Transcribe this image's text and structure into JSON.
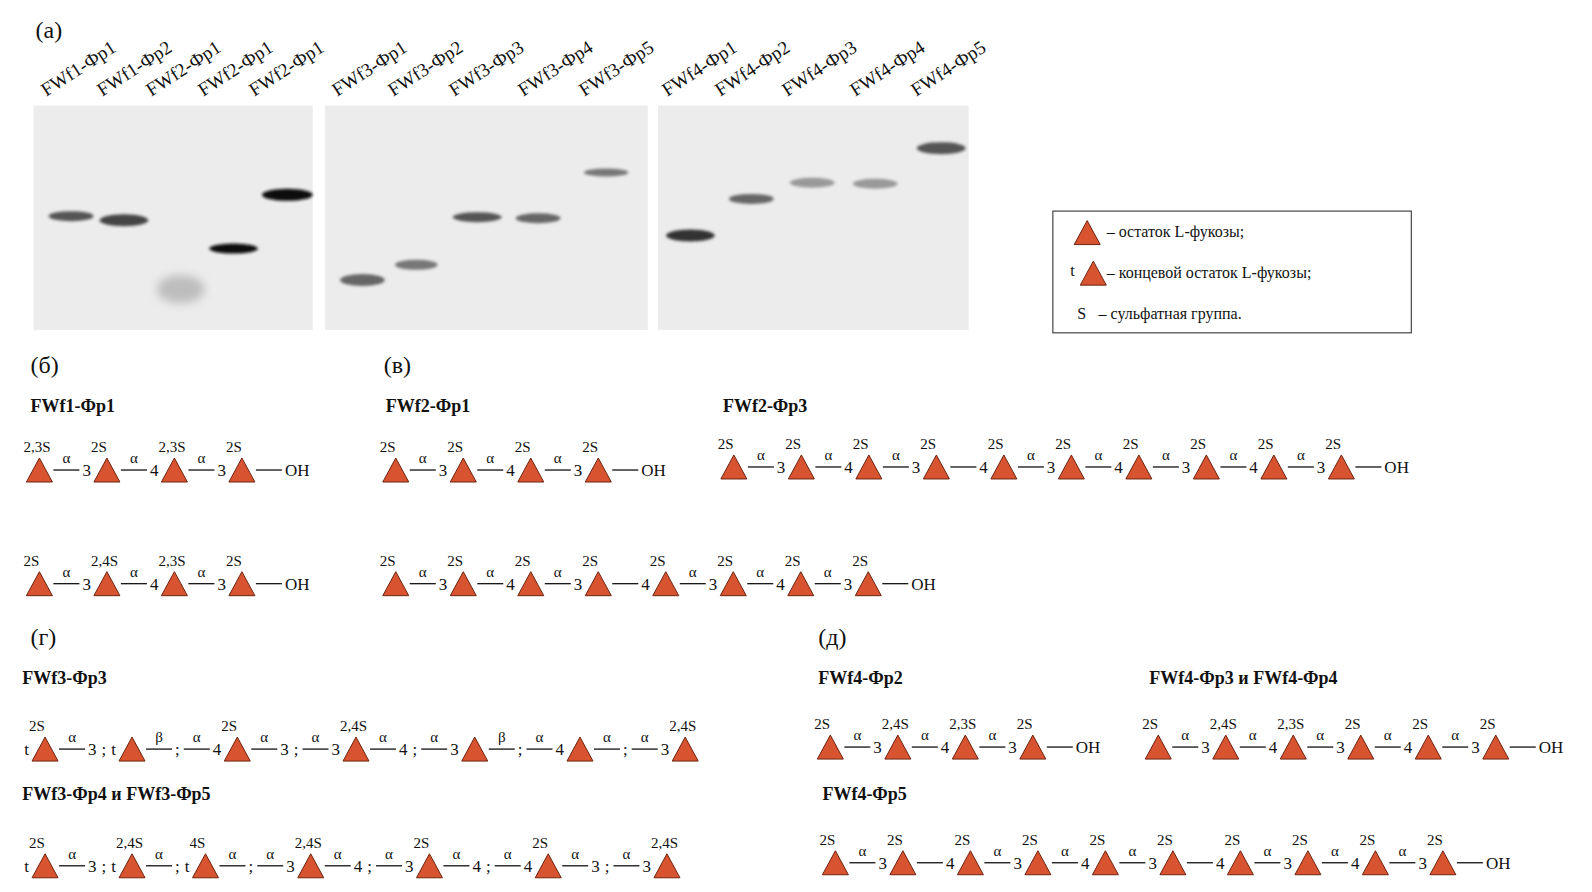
{
  "diagram": {
    "labels": [
      "(а)",
      "FWf1-Фр1",
      "FWf1-Фр2",
      "FWf2-Фр1",
      "FWf2-Фр1",
      "FWf2-Фр1",
      "FWf3-Фр1",
      "FWf3-Фр2",
      "FWf3-Фр3",
      "FWf3-Фр4",
      "FWf3-Фр5",
      "FWf4-Фр1",
      "FWf4-Фр2",
      "FWf4-Фр3",
      "FWf4-Фр4",
      "FWf4-Фр5",
      "t",
      "S",
      "(б)",
      "FWf1-Фр1",
      "2,3S",
      "α",
      "3",
      "2S",
      "α",
      "4",
      "2,3S",
      "α",
      "3",
      "2S",
      "OH",
      "2S",
      "α",
      "3",
      "2,4S",
      "α",
      "4",
      "2,3S",
      "α",
      "3",
      "2S",
      "OH",
      "(в)",
      "FWf2-Фр1",
      "2S",
      "α",
      "3",
      "2S",
      "α",
      "4",
      "2S",
      "α",
      "3",
      "2S",
      "OH",
      "FWf2-Фр3",
      "2S",
      "α",
      "3",
      "2S",
      "α",
      "4",
      "2S",
      "α",
      "3",
      "2S",
      "4",
      "2S",
      "α",
      "3",
      "2S",
      "α",
      "4",
      "2S",
      "α",
      "3",
      "2S",
      "α",
      "4",
      "2S",
      "α",
      "3",
      "2S",
      "OH",
      "2S",
      "α",
      "3",
      "2S",
      "α",
      "4",
      "2S",
      "α",
      "3",
      "2S",
      "4",
      "2S",
      "α",
      "3",
      "2S",
      "α",
      "4",
      "2S",
      "α",
      "3",
      "2S",
      "OH",
      "(г)",
      "FWf3-Фр3",
      "t",
      "2S",
      "α",
      "3",
      ";",
      "t",
      "β",
      ";",
      "α",
      "4",
      "2S",
      "α",
      "3",
      ";",
      "α",
      "3",
      "2,4S",
      "α",
      "4",
      ";",
      "α",
      "3",
      "β",
      ";",
      "α",
      "4",
      "α",
      ";",
      "α",
      "3",
      "2,4S",
      "FWf3-Фр4 и FWf3-Фр5",
      "t",
      "2S",
      "α",
      "3",
      ";",
      "t",
      "2,4S",
      "α",
      ";",
      "t",
      "4S",
      "α",
      ";",
      "α",
      "3",
      "2,4S",
      "α",
      "4",
      ";",
      "α",
      "3",
      "2S",
      "α",
      "4",
      ";",
      "α",
      "4",
      "2S",
      "α",
      "3",
      ";",
      "α",
      "3",
      "2,4S",
      "(д)",
      "FWf4-Фр2",
      "2S",
      "α",
      "3",
      "2,4S",
      "α",
      "4",
      "2,3S",
      "α",
      "3",
      "2S",
      "OH",
      "FWf4-Фр3 и FWf4-Фр4",
      "2S",
      "α",
      "3",
      "2,4S",
      "α",
      "4",
      "2,3S",
      "α",
      "3",
      "2S",
      "α",
      "4",
      "2S",
      "α",
      "3",
      "2S",
      "OH",
      "FWf4-Фр5",
      "2S",
      "α",
      "3",
      "2S",
      "4",
      "2S",
      "α",
      "3",
      "2S",
      "α",
      "4",
      "2S",
      "α",
      "3",
      "2S",
      "4",
      "2S",
      "α",
      "3",
      "2S",
      "α",
      "4",
      "2S",
      "α",
      "3",
      "2S",
      "OH"
    ],
    "legend": [
      {
        "text": "– остаток L-фукозы;"
      },
      {
        "text": "– концевой остаток L-фукозы;"
      },
      {
        "text": "– сульфатная группа."
      }
    ]
  }
}
